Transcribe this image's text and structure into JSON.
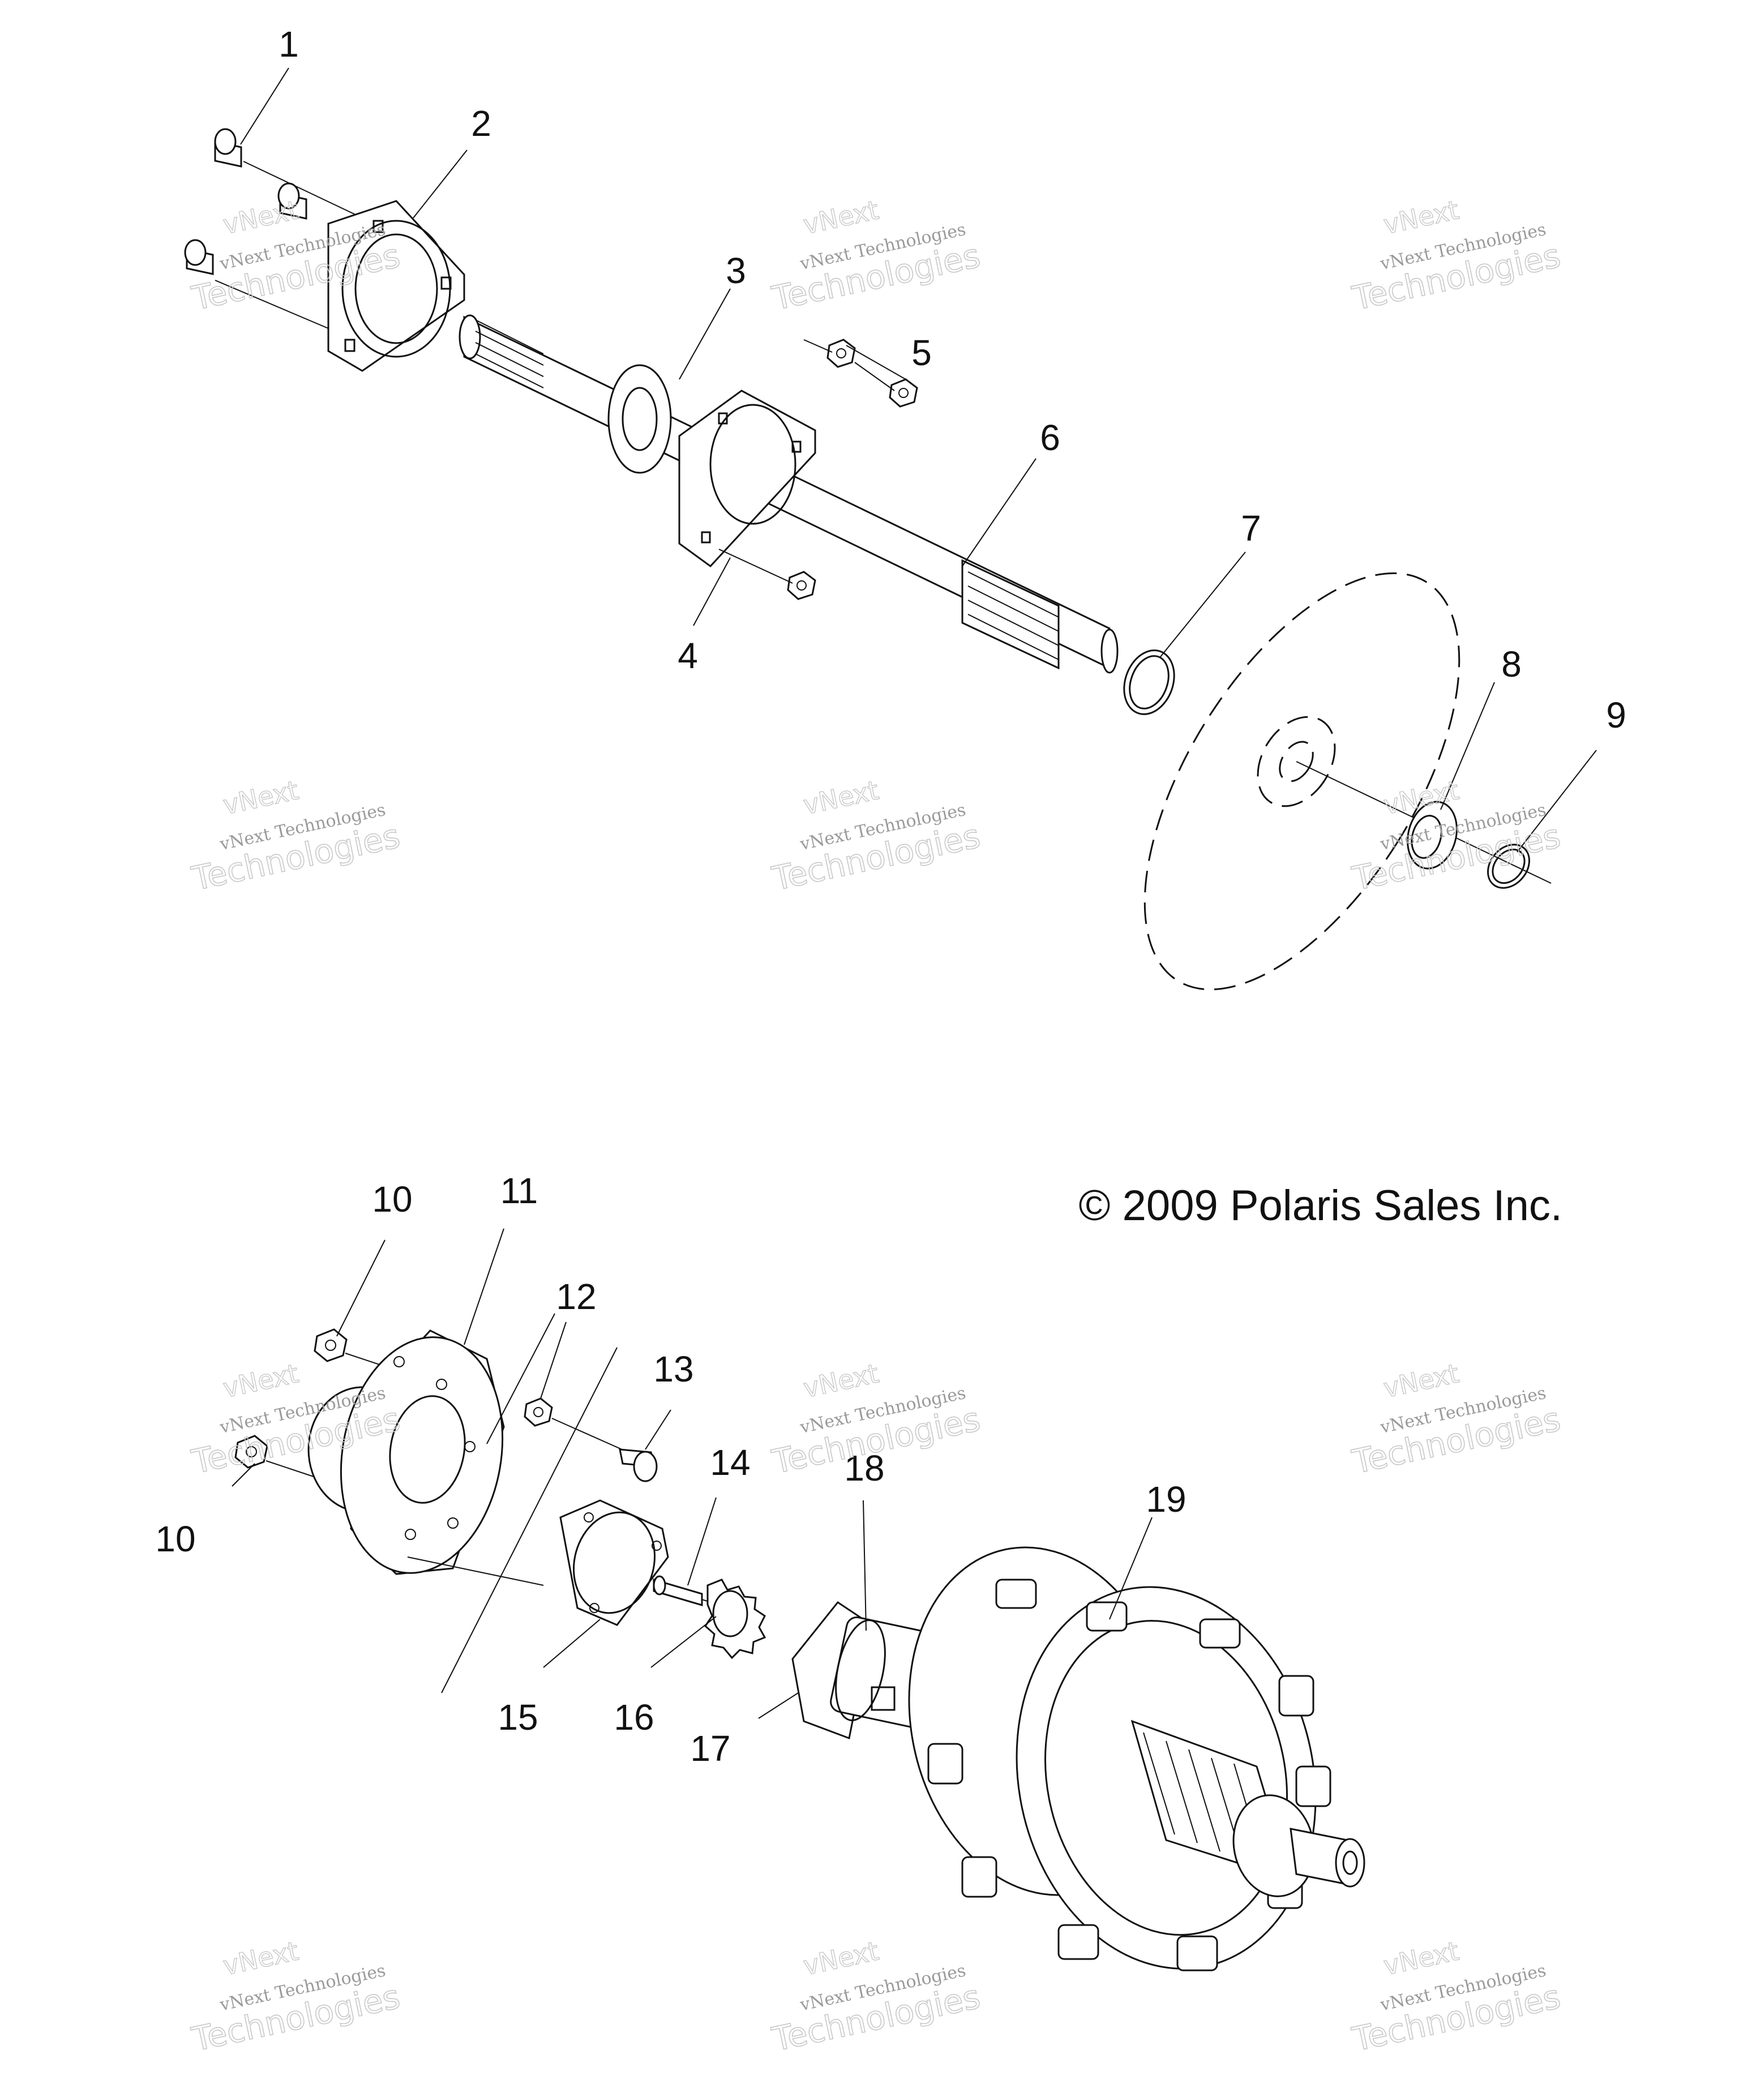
{
  "callouts": {
    "c1": "1",
    "c2": "2",
    "c3": "3",
    "c4": "4",
    "c5": "5",
    "c6": "6",
    "c7": "7",
    "c8": "8",
    "c9": "9",
    "c10a": "10",
    "c10b": "10",
    "c11": "11",
    "c12": "12",
    "c13": "13",
    "c14": "14",
    "c15": "15",
    "c16": "16",
    "c17": "17",
    "c18": "18",
    "c19": "19"
  },
  "copyright": "© 2009 Polaris Sales Inc.",
  "watermark": {
    "company": "vNext Technologies",
    "brand_top": "vNext",
    "brand_bottom": "Technologies"
  }
}
